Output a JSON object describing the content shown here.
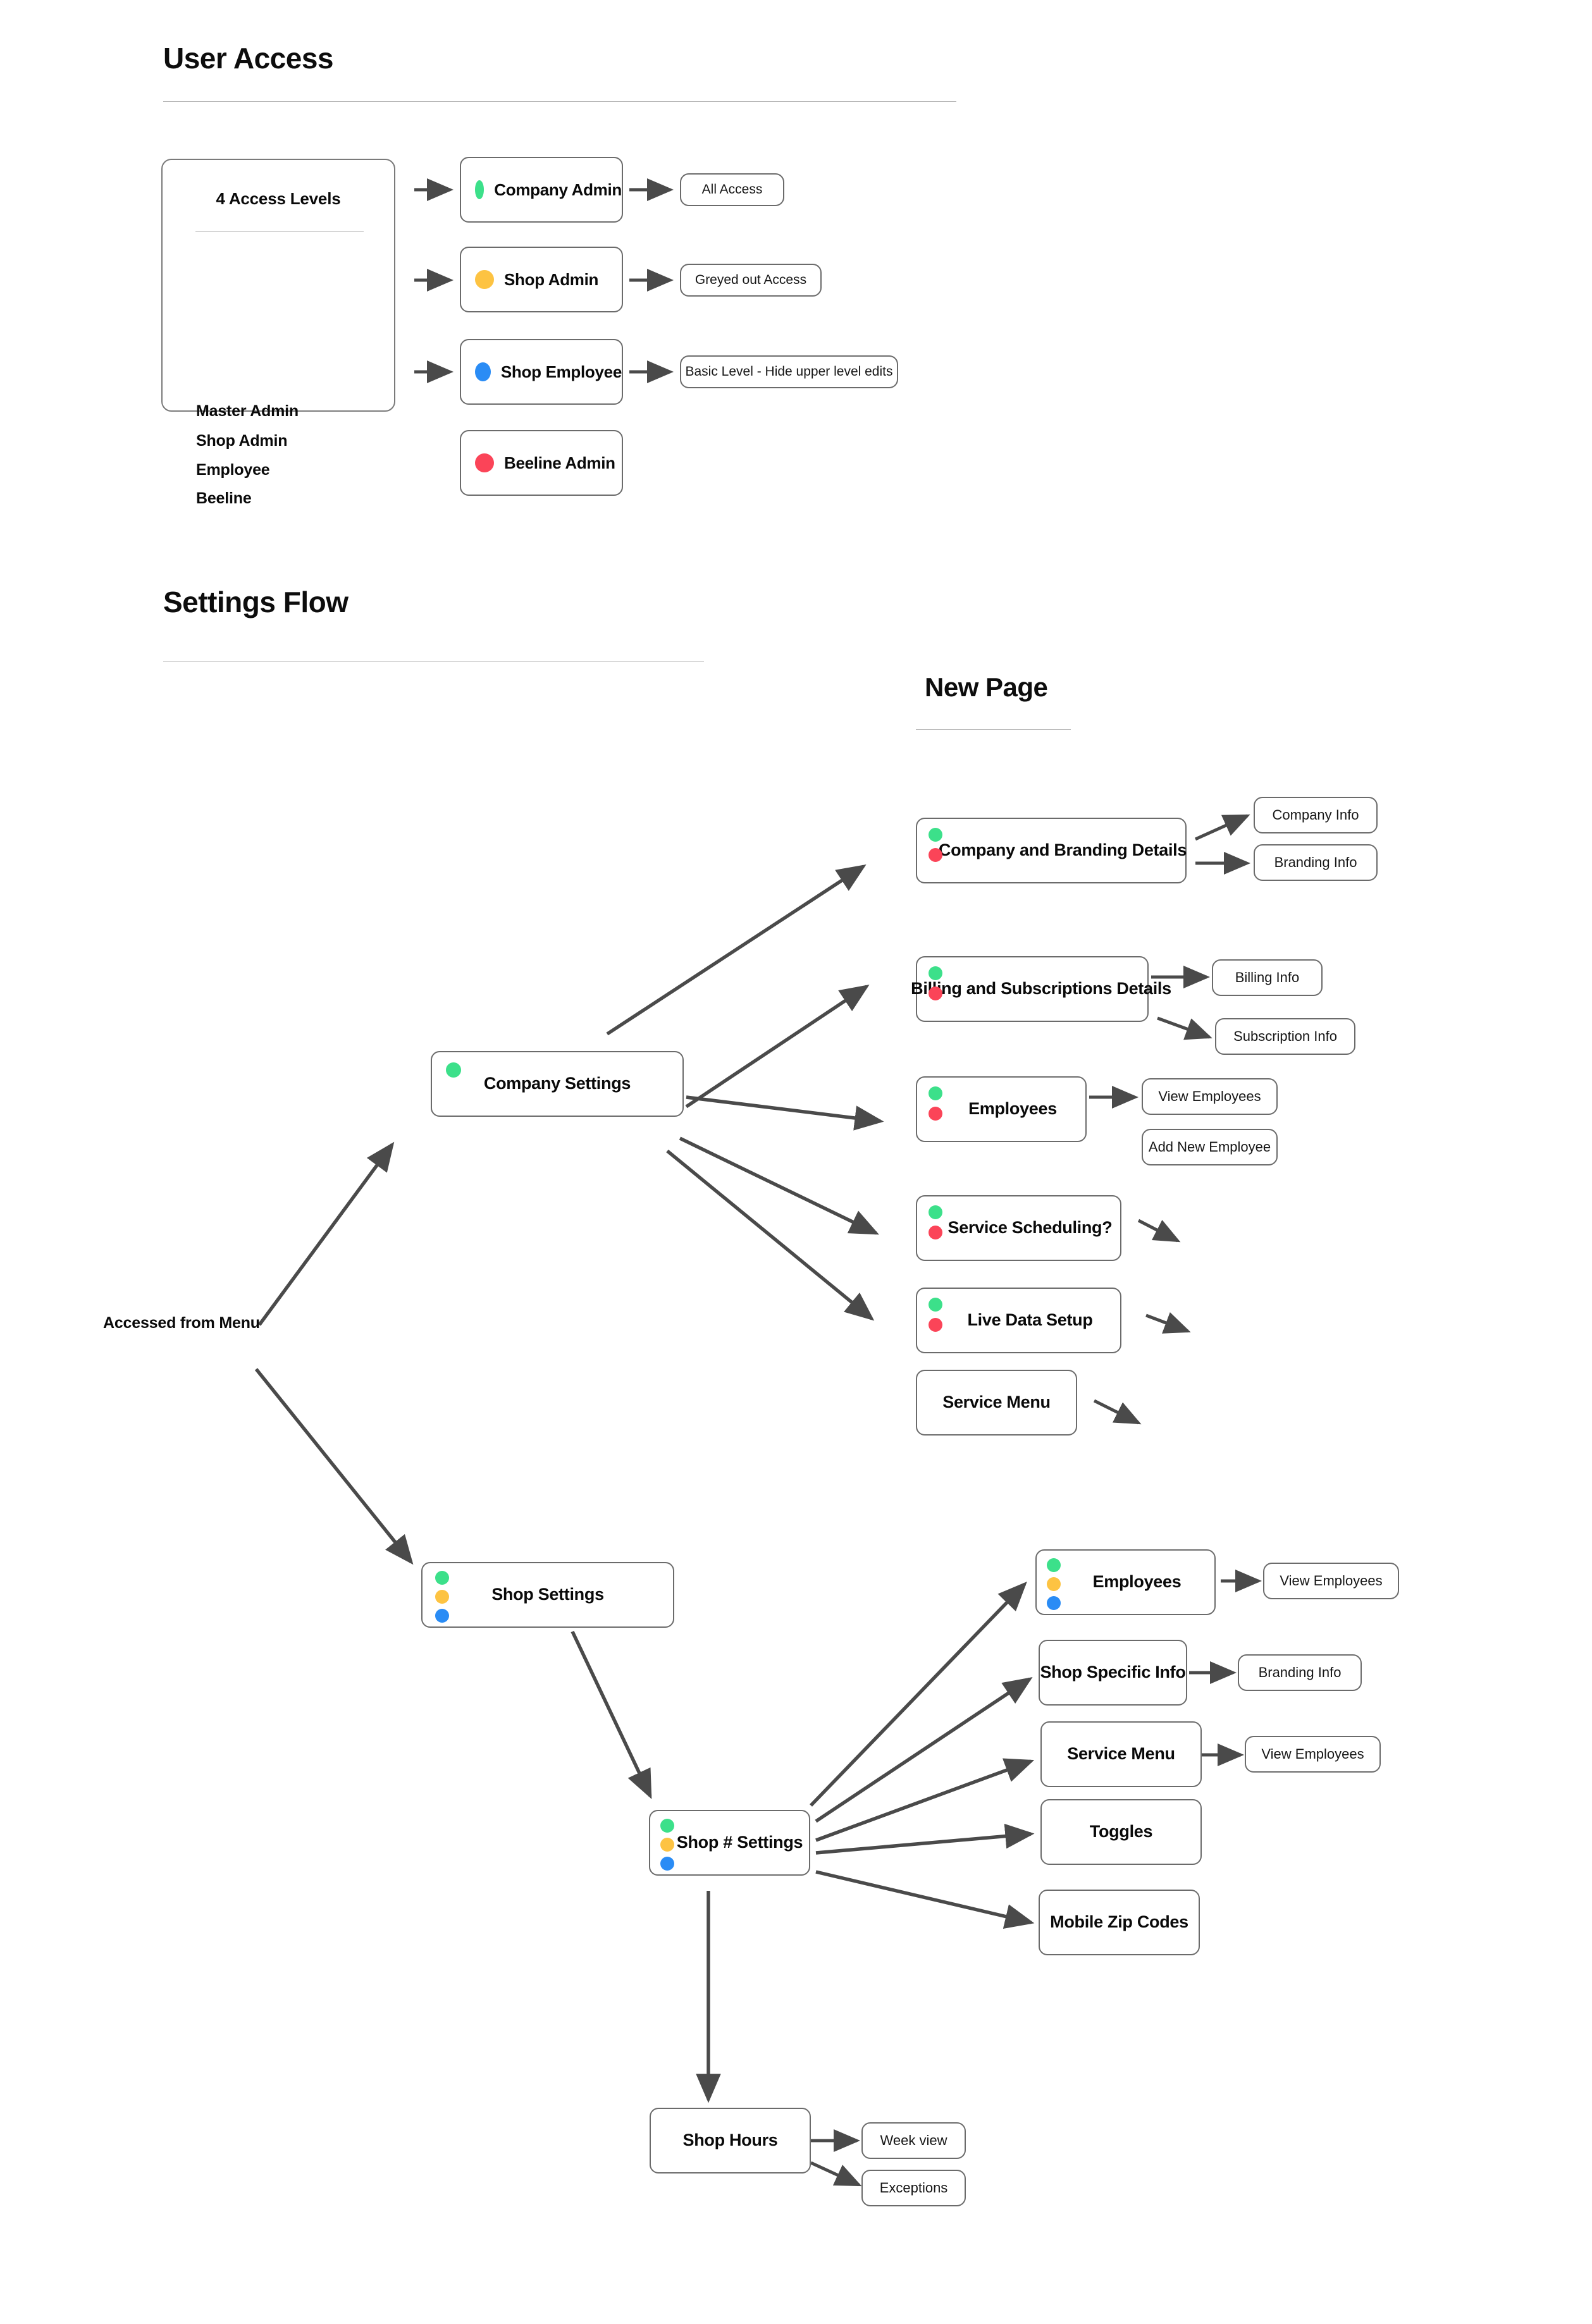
{
  "page": {
    "background": "#ffffff",
    "box_border_color": "#6b6b6b",
    "arrow_color": "#4a4a4a"
  },
  "palette": {
    "green": "#3ce08a",
    "yellow": "#fdc342",
    "blue": "#2a8cf5",
    "red": "#fb4458"
  },
  "sections": {
    "user_access": {
      "title": "User Access"
    },
    "settings_flow": {
      "title": "Settings Flow"
    },
    "new_page": {
      "title": "New Page"
    }
  },
  "access_card": {
    "title": "4 Access Levels",
    "items": [
      "Master Admin",
      "Shop Admin",
      "Employee",
      "Beeline"
    ]
  },
  "user_access_roles": [
    {
      "label": "Company Admin",
      "dots": [
        "green"
      ],
      "detail": "All Access"
    },
    {
      "label": "Shop Admin",
      "dots": [
        "yellow"
      ],
      "detail": "Greyed out  Access"
    },
    {
      "label": "Shop Employee",
      "dots": [
        "blue"
      ],
      "detail": "Basic Level - Hide upper level edits"
    },
    {
      "label": "Beeline Admin",
      "dots": [
        "red"
      ],
      "detail": ""
    }
  ],
  "entry_label": "Accessed from Menu",
  "company_settings": {
    "label": "Company Settings",
    "dots": [
      "green"
    ],
    "children": [
      {
        "label": "Company and Branding Details",
        "dots": [
          "green",
          "red"
        ],
        "leaves": [
          "Company Info",
          "Branding Info"
        ]
      },
      {
        "label": "Billing and Subscriptions Details",
        "dots": [
          "green",
          "red"
        ],
        "leaves": [
          "Billing Info",
          "Subscription Info"
        ]
      },
      {
        "label": "Employees",
        "dots": [
          "green",
          "red"
        ],
        "leaves": [
          "View Employees",
          "Add New Employee"
        ]
      },
      {
        "label": "Service Scheduling?",
        "dots": [
          "green",
          "red"
        ],
        "leaves": []
      },
      {
        "label": "Live Data Setup",
        "dots": [
          "green",
          "red"
        ],
        "leaves": []
      },
      {
        "label": "Service Menu",
        "dots": [],
        "leaves": []
      }
    ]
  },
  "shop_settings": {
    "label": "Shop Settings",
    "dots": [
      "green",
      "yellow",
      "blue"
    ]
  },
  "shop_number_settings": {
    "label": "Shop # Settings",
    "dots": [
      "green",
      "yellow",
      "blue"
    ],
    "children": [
      {
        "label": "Employees",
        "dots": [
          "green",
          "yellow",
          "blue"
        ],
        "leaves": [
          "View Employees"
        ]
      },
      {
        "label": "Shop Specific  Info",
        "dots": [],
        "leaves": [
          "Branding Info"
        ]
      },
      {
        "label": "Service Menu",
        "dots": [],
        "leaves": [
          "View Employees"
        ]
      },
      {
        "label": "Toggles",
        "dots": [],
        "leaves": []
      },
      {
        "label": "Mobile Zip Codes",
        "dots": [],
        "leaves": []
      }
    ]
  },
  "shop_hours": {
    "label": "Shop Hours",
    "dots": [],
    "leaves": [
      "Week view",
      "Exceptions"
    ]
  }
}
